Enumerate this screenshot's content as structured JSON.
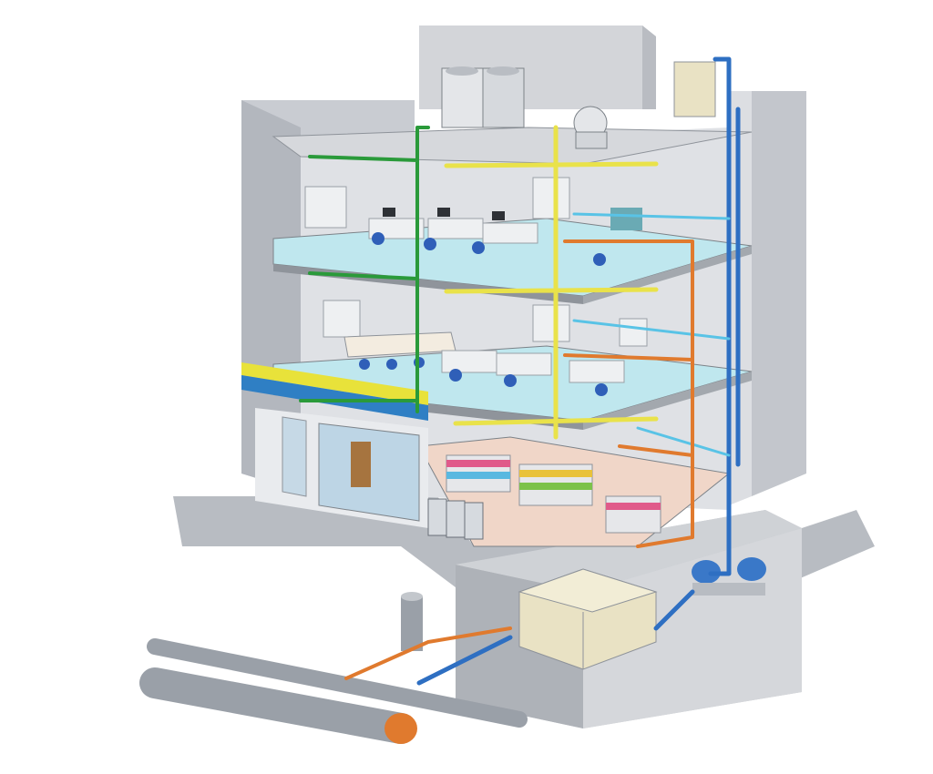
{
  "diagram": {
    "kind": "building-cutaway",
    "colors": {
      "background": "#ffffff",
      "wall": "#c9ccd2",
      "wall_light": "#dfe1e5",
      "wall_dark": "#a7abb3",
      "floor_slab": "#bfe7ee",
      "roof": "#d6d8dc",
      "hvac_pipe": "#e9e24a",
      "refrigerant_pipe": "#2a9a3a",
      "water_supply_pipe": "#2e6fc2",
      "drain_pipe": "#e07a2e",
      "cold_water_pipe": "#59c3e6",
      "storefront_band_blue": "#2f7fc4",
      "storefront_band_yellow": "#e8e23a",
      "tank": "#e9e2c4",
      "shop_floor": "#f0d6c8",
      "chair_blue": "#2f5fb8",
      "sewer_main": "#9aa0a8"
    },
    "components": [
      {
        "id": "rooftop-condensing-units",
        "icon": "fan-grille-icon"
      },
      {
        "id": "rooftop-blower",
        "icon": "blower-icon"
      },
      {
        "id": "rooftop-water-tank",
        "icon": "tank-icon"
      },
      {
        "id": "office-floor-3",
        "icon": "desk-icon"
      },
      {
        "id": "office-floor-2",
        "icon": "meeting-table-icon"
      },
      {
        "id": "retail-ground-floor",
        "icon": "shelf-icon"
      },
      {
        "id": "basement-receiving-tank",
        "icon": "tank-icon"
      },
      {
        "id": "basement-pumps",
        "icon": "pump-icon"
      },
      {
        "id": "municipal-sewer-main",
        "icon": "pipe-icon"
      }
    ]
  }
}
